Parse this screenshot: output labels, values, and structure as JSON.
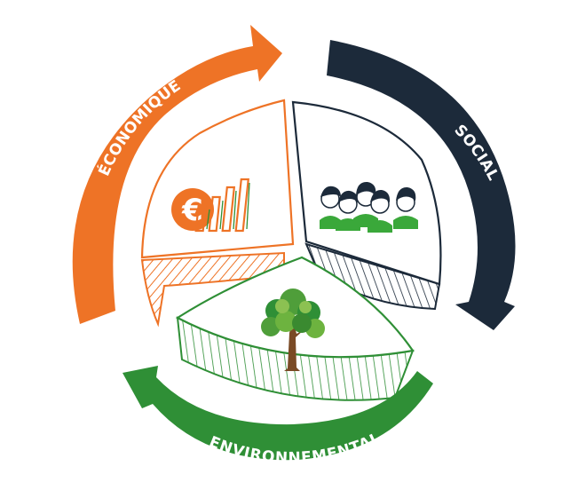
{
  "diagram": {
    "labels": {
      "economic": "ÉCONOMIQUE",
      "social": "SOCIAL",
      "environmental": "ENVIRONNEMENTAL"
    },
    "colors": {
      "economic": "#ee7326",
      "social": "#1c2a3a",
      "environmental": "#2f8f36",
      "people_green": "#3aa83a",
      "tree_trunk": "#7a4a25",
      "tree_leaves": "#4f9e3a"
    },
    "icons": {
      "economic": "euro-chart-icon",
      "social": "people-group-icon",
      "environmental": "tree-icon"
    }
  }
}
